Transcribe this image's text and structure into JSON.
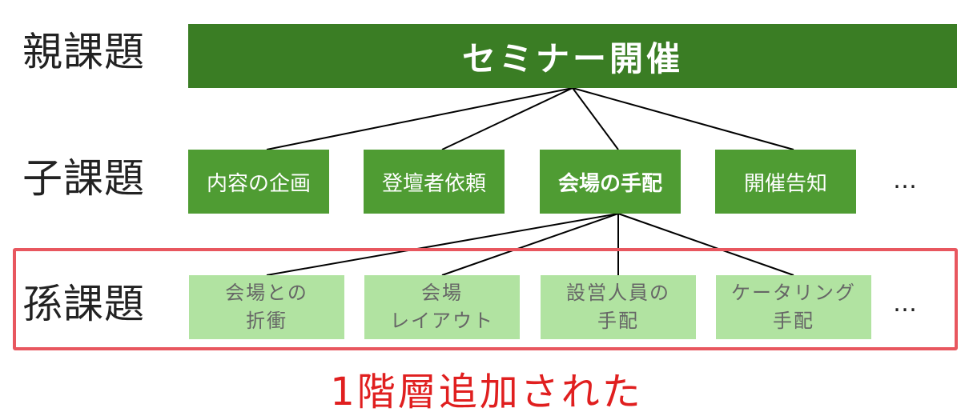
{
  "row_labels": {
    "parent": "親課題",
    "child": "子課題",
    "grandchild": "孫課題"
  },
  "parent_task": "セミナー開催",
  "child_tasks": [
    "内容の企画",
    "登壇者依頼",
    "会場の手配",
    "開催告知"
  ],
  "child_ellipsis": "…",
  "grandchild_tasks": [
    "会場との\n折衝",
    "会場\nレイアウト",
    "設営人員の\n手配",
    "ケータリング\n手配"
  ],
  "grandchild_ellipsis": "…",
  "caption": "1階層追加された",
  "colors": {
    "parent_fill": "#3a7d24",
    "child_fill": "#4f9c33",
    "grandchild_fill": "#b1e3a1",
    "highlight": "#e8575f",
    "caption": "#e01f1f"
  }
}
